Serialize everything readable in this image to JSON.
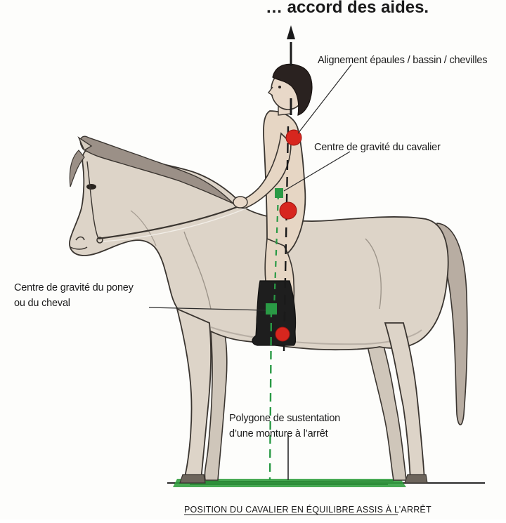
{
  "header_fragment": "… accord des aides.",
  "labels": {
    "alignment": "Alignement épaules / bassin / chevilles",
    "rider_gravity": "Centre de gravité du cavalier",
    "horse_gravity_line1": "Centre de gravité du poney",
    "horse_gravity_line2": "ou du cheval",
    "polygon_line1": "Polygone de sustentation",
    "polygon_line2": "d’une monture à l’arrêt"
  },
  "caption": "POSITION DU CAVALIER EN ÉQUILIBRE ASSIS À L’ARRÊT",
  "colors": {
    "horse_body": "#ddd4c8",
    "horse_outline": "#3a3530",
    "mane_tail": "#8a8078",
    "rider_skin": "#e8d8c8",
    "rider_hair": "#2a2220",
    "boots": "#1e1e1e",
    "gravity_red": "#d7261e",
    "gravity_green": "#2a9a45",
    "ground_green": "#2f9e3c",
    "axis_line": "#1a1a1a"
  }
}
